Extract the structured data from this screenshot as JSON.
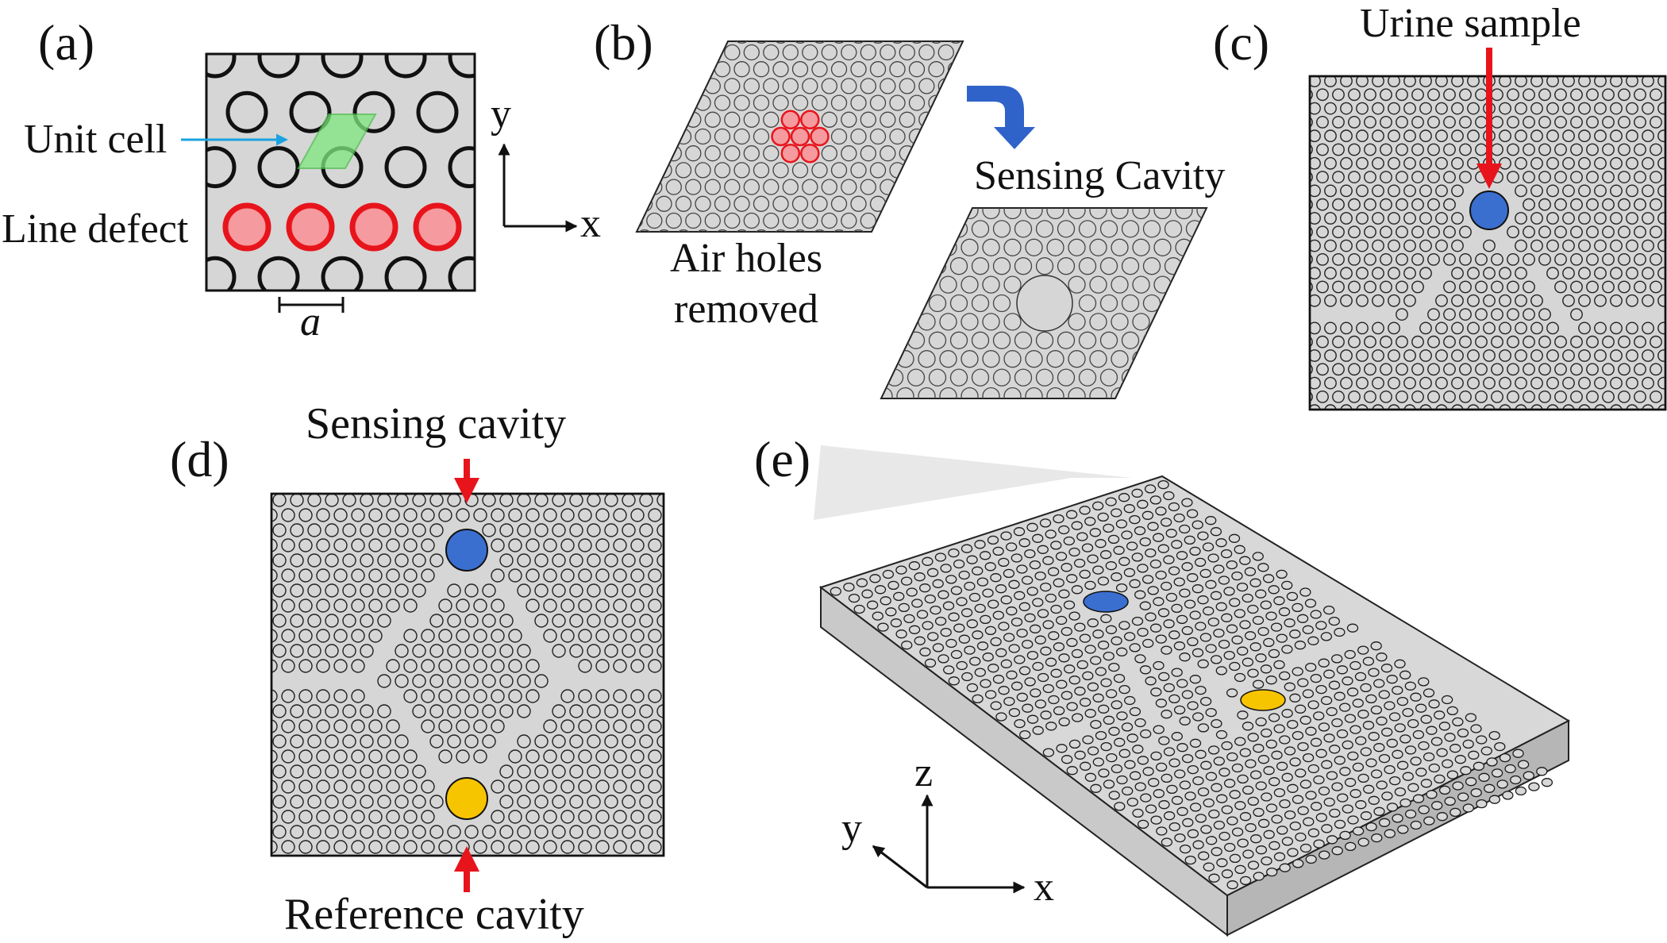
{
  "colors": {
    "slab": "#d6d6d6",
    "slab_side": "#c2c2c2",
    "hole_stroke": "#1a1a1a",
    "defect_red": "#e8141c",
    "defect_fill": "#f59a9e",
    "unit_cell": "#7fe87f",
    "cyan_arrow": "#1aa3e0",
    "blue_arrow": "#2f63c9",
    "sensing_blue": "#3a6fd0",
    "reference_yellow": "#f7c400"
  },
  "panels": {
    "a": {
      "label": "(a)",
      "unit_cell": "Unit cell",
      "line_defect": "Line defect",
      "lattice_const": "a",
      "axis_y": "y",
      "axis_x": "x"
    },
    "b": {
      "label": "(b)",
      "air_holes_line1": "Air holes",
      "air_holes_line2": "removed",
      "sensing_cavity": "Sensing Cavity",
      "arrow_icon": "curved-arrow-icon"
    },
    "c": {
      "label": "(c)",
      "urine_sample": "Urine sample"
    },
    "d": {
      "label": "(d)",
      "sensing_cavity": "Sensing cavity",
      "reference_cavity": "Reference cavity"
    },
    "e": {
      "label": "(e)",
      "axis_z": "z",
      "axis_y": "y",
      "axis_x": "x"
    }
  }
}
